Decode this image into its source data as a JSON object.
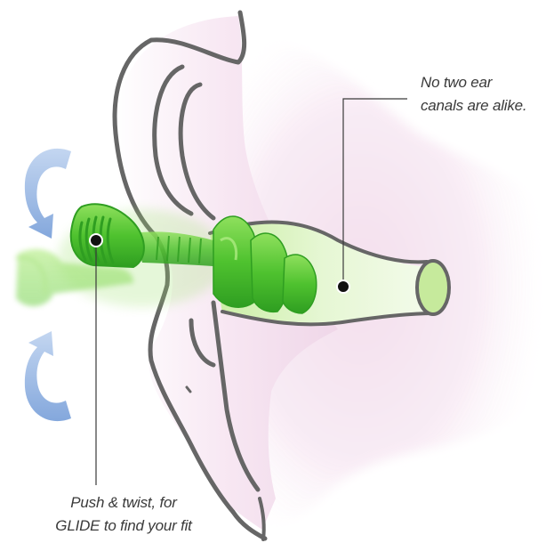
{
  "callouts": {
    "ear_canal": {
      "line1": "No two ear",
      "line2": "canals are alike."
    },
    "earplug": {
      "line1": "Push & twist, for",
      "line2": "GLIDE to find your fit"
    }
  },
  "colors": {
    "outline": "#666666",
    "plug_green": "#5fcf3a",
    "plug_dark": "#2f9e21",
    "canal_green": "#dff5c8",
    "skin_pink": "#f6e4f0",
    "arrow_blue": "#8aaede",
    "leader_line": "#3a3a3a"
  },
  "icons": {
    "rotate_up": "curved-arrow-up-icon",
    "rotate_down": "curved-arrow-down-icon"
  }
}
